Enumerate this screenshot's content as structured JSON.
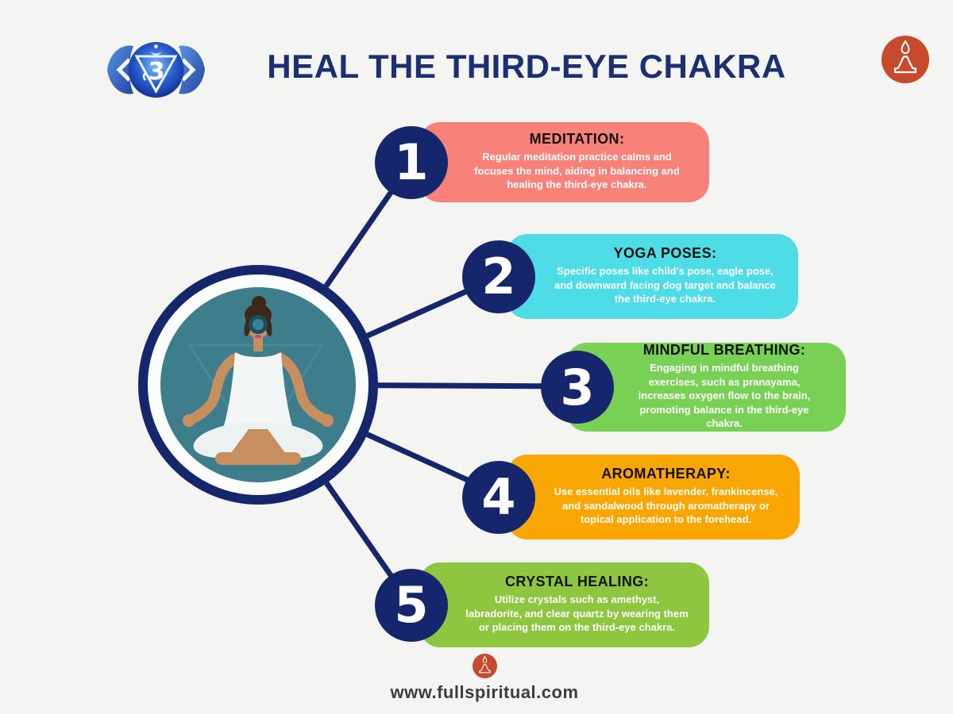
{
  "header": {
    "title": "HEAL THE THIRD-EYE CHAKRA",
    "logo_icon": "third-eye-chakra-symbol",
    "brand_icon": "meditation-flame-icon"
  },
  "colors": {
    "background": "#f4f4f2",
    "navy": "#16266c",
    "title_text": "#1c2f72",
    "center_teal": "#3e7d8c",
    "brand_red": "#c54b2c",
    "heading_text": "#111111",
    "body_text": "#ffffff"
  },
  "steps": [
    {
      "number": "1",
      "heading": "MEDITATION:",
      "body": "Regular meditation practice calms and focuses the mind, aiding in balancing and healing the third-eye chakra.",
      "color": "#f8817a"
    },
    {
      "number": "2",
      "heading": "YOGA POSES:",
      "body": "Specific poses like child's pose, eagle pose, and downward facing dog target and balance the third-eye chakra.",
      "color": "#4edce6"
    },
    {
      "number": "3",
      "heading": "MINDFUL BREATHING:",
      "body": "Engaging in mindful breathing exercises, such as pranayama, increases oxygen flow to the brain, promoting balance in the third-eye chakra.",
      "color": "#78d155"
    },
    {
      "number": "4",
      "heading": "AROMATHERAPY:",
      "body": "Use essential oils like lavender, frankincense, and sandalwood through aromatherapy or topical application to the forehead.",
      "color": "#f9a602"
    },
    {
      "number": "5",
      "heading": "CRYSTAL HEALING:",
      "body": "Utilize crystals such as amethyst, labradorite, and clear quartz by wearing them or placing them on the third-eye chakra.",
      "color": "#8ec63f"
    }
  ],
  "center": {
    "illustration": "woman meditating in lotus pose with third-eye symbol"
  },
  "footer": {
    "website": "www.fullspiritual.com"
  }
}
